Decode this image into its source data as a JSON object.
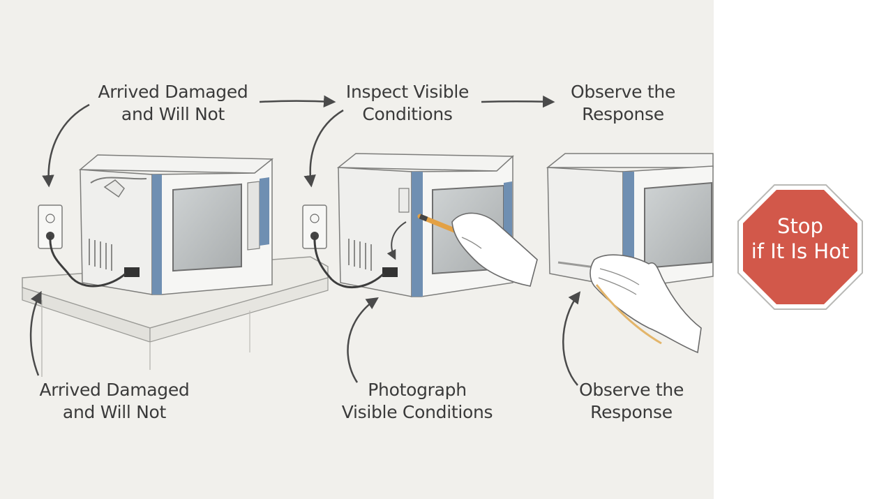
{
  "steps": [
    {
      "top_label": [
        "Arrived Damaged",
        "and Will Not"
      ],
      "bottom_label": [
        "Arrived Damaged",
        "and Will Not"
      ]
    },
    {
      "top_label": [
        "Inspect Visible",
        "Conditions"
      ],
      "bottom_label": [
        "Photograph",
        "Visible Conditions"
      ]
    },
    {
      "top_label": [
        "Observe the",
        "Response"
      ],
      "bottom_label": [
        "Observe the",
        "Response"
      ]
    }
  ],
  "stop_sign": {
    "lines": [
      "Stop",
      "if It Is Hot"
    ]
  },
  "colors": {
    "paper": "#f1f0ec",
    "background": "#ffffff",
    "stop_red": "#d2584a",
    "microwave_trim": "#6f8fb2",
    "ink": "#3a3a3a"
  }
}
